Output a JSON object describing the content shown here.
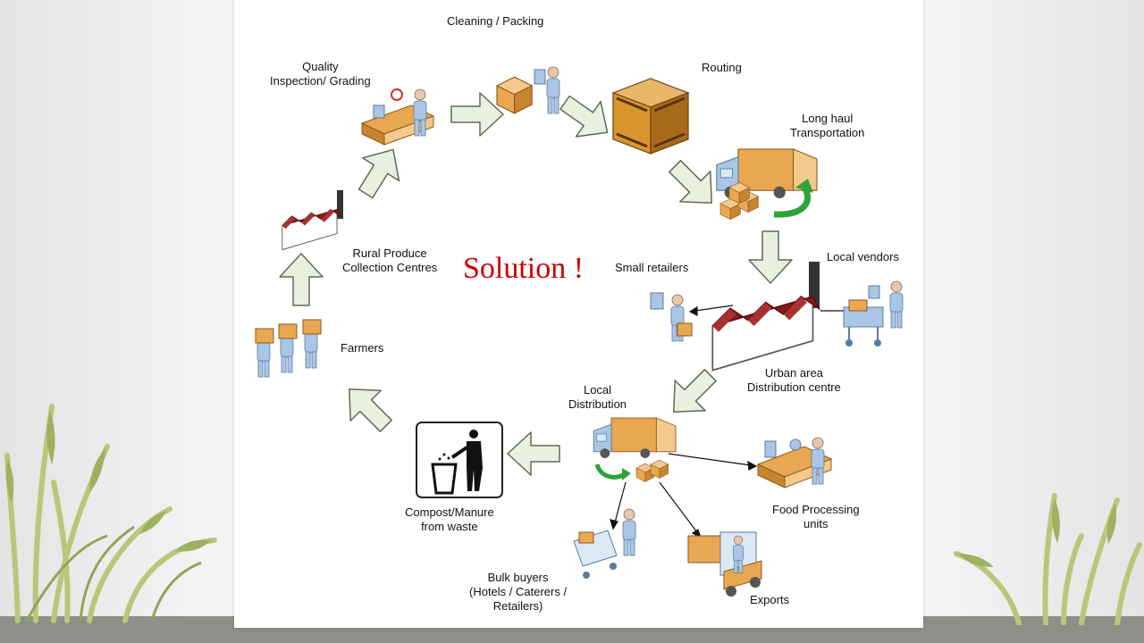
{
  "title": "Solution !",
  "stages": {
    "cleaning": "Cleaning / Packing",
    "routing": "Routing",
    "long_haul": [
      "Long haul",
      "Transportation"
    ],
    "quality": [
      "Quality",
      "Inspection/ Grading"
    ],
    "rural": [
      "Rural Produce",
      "Collection Centres"
    ],
    "farmers": "Farmers",
    "small_retailers": "Small retailers",
    "local_vendors": "Local vendors",
    "urban": [
      "Urban area",
      "Distribution centre"
    ],
    "local_distribution": [
      "Local",
      "Distribution"
    ],
    "compost": [
      "Compost/Manure",
      "from waste"
    ],
    "food_processing": [
      "Food Processing",
      "units"
    ],
    "bulk_buyers": [
      "Bulk buyers",
      "(Hotels / Caterers /",
      "Retailers)"
    ],
    "exports": "Exports"
  },
  "colors": {
    "title": "#cc0000",
    "arrow_fill": "#eaf0df",
    "arrow_stroke": "#5f6b55",
    "person": "#a9c6e6",
    "box": "#e9a752",
    "roof": "#8b1a1a",
    "green_arrow": "#2fa33a"
  }
}
